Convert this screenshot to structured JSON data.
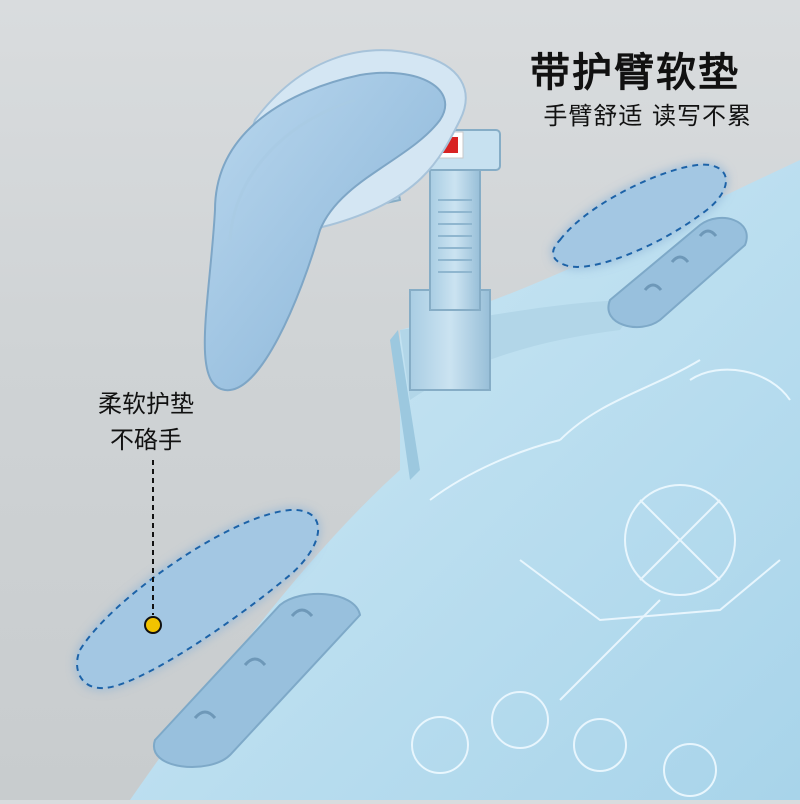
{
  "headline": "带护臂软垫",
  "subheadline": "手臂舒适 读写不累",
  "callout": {
    "line1": "柔软护垫",
    "line2": "不硌手"
  },
  "colors": {
    "background": "#d3d7d9",
    "desk": "#bfe0ee",
    "pad": "#9fc4e0",
    "pad_glow": "#eaf8ff",
    "callout_dot": "#f2c300"
  }
}
